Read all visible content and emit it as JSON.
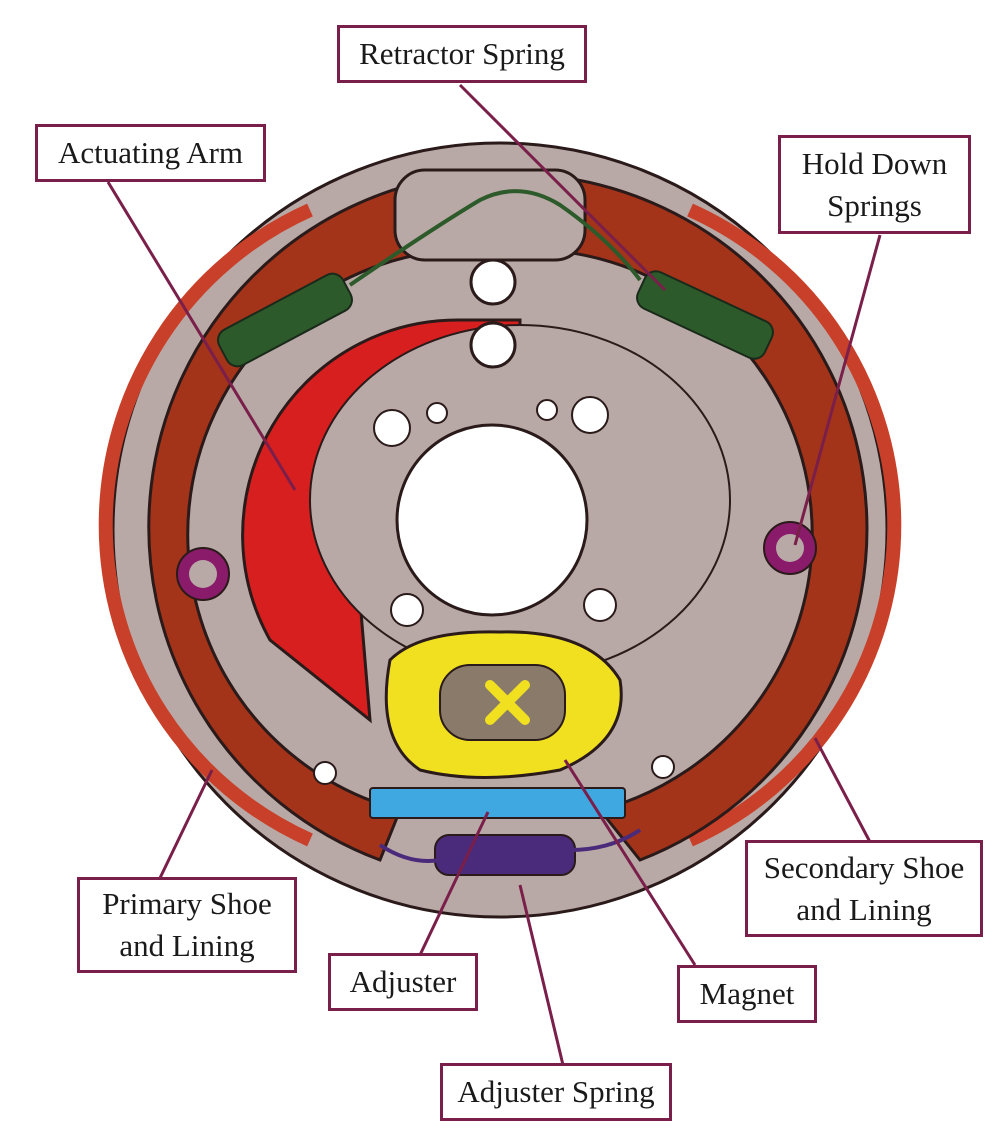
{
  "colors": {
    "leader": "#7a1e4a",
    "backing_plate": "#b9a9a6",
    "shoe": "#a3341a",
    "lining_stripe": "#c8402a",
    "actuating_arm": "#d81f1f",
    "spring": "#2d5a2a",
    "adjuster_spring": "#4a2a7a",
    "magnet": "#f0e020",
    "adjuster": "#40a8e0",
    "hold_down": "#8a1a6a"
  },
  "labels": {
    "retractor_spring": [
      "Retractor Spring"
    ],
    "actuating_arm": [
      "Actuating Arm"
    ],
    "hold_down_springs": [
      "Hold Down",
      "Springs"
    ],
    "primary_shoe": [
      "Primary Shoe",
      "and Lining"
    ],
    "secondary_shoe": [
      "Secondary Shoe",
      "and Lining"
    ],
    "adjuster": [
      "Adjuster"
    ],
    "magnet": [
      "Magnet"
    ],
    "adjuster_spring": [
      "Adjuster Spring"
    ]
  }
}
